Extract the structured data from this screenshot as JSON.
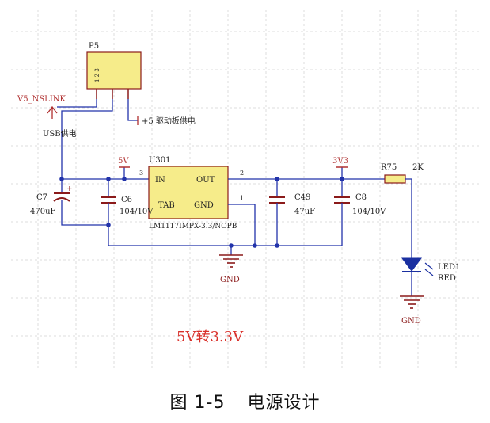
{
  "schematic": {
    "connector": {
      "ref": "P5",
      "pins": "1 2 3"
    },
    "net_v5": "V5_NSLINK",
    "usb_label": "USB供电",
    "plus5_label": "+5 驱动板供电",
    "net_5v": "5V",
    "net_3v3": "3V3",
    "regulator": {
      "ref": "U301",
      "part": "LM1117IMPX-3.3/NOPB",
      "pin_in": "IN",
      "pin_out": "OUT",
      "pin_tab": "TAB",
      "pin_gnd": "GND",
      "pin3": "3",
      "pin2": "2",
      "pin1": "1"
    },
    "c7": {
      "ref": "C7",
      "value": "470uF"
    },
    "c6": {
      "ref": "C6",
      "value": "104/10V"
    },
    "c49": {
      "ref": "C49",
      "value": "47uF"
    },
    "c8": {
      "ref": "C8",
      "value": "104/10V"
    },
    "r75": {
      "ref": "R75",
      "value": "2K"
    },
    "led": {
      "ref": "LED1",
      "color": "RED"
    },
    "gnd1": "GND",
    "gnd2": "GND",
    "title": "5V转3.3V"
  },
  "caption": {
    "figure": "图 1-5",
    "text": "电源设计"
  },
  "colors": {
    "wire": "#2233aa",
    "symbol": "#8b1a1a",
    "net_label": "#b03030",
    "title": "#d9302a",
    "grid": "#dcdcdc",
    "box": "#f6ec8a"
  }
}
